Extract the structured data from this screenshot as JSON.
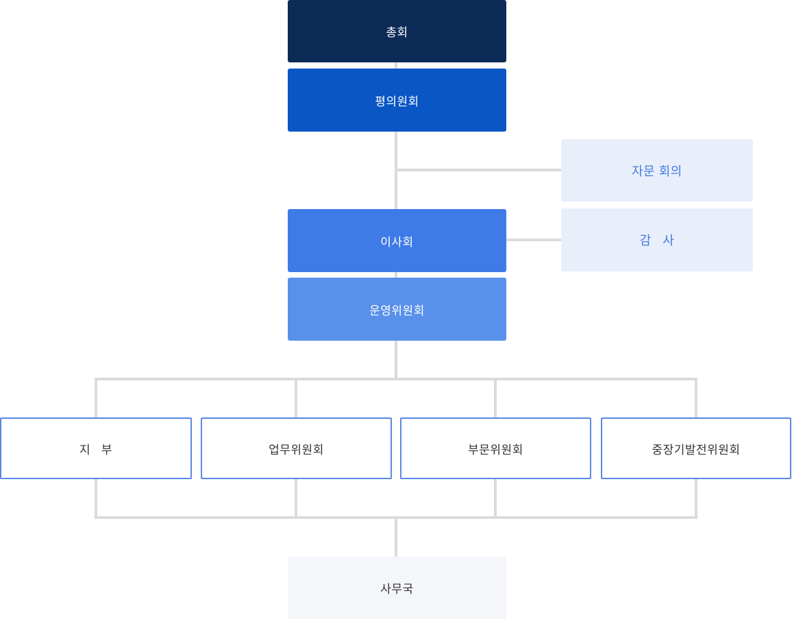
{
  "org_chart": {
    "type": "org-chart",
    "nodes": {
      "assembly": {
        "label": "총회"
      },
      "council": {
        "label": "평의원회"
      },
      "advisory": {
        "label": "자문 회의"
      },
      "board": {
        "label": "이사회"
      },
      "audit": {
        "label": "감   사"
      },
      "steering": {
        "label": "운영위원회"
      },
      "branch": {
        "label": "지   부"
      },
      "work": {
        "label": "업무위원회"
      },
      "division": {
        "label": "부문위원회"
      },
      "longterm": {
        "label": "중장기발전위원회"
      },
      "secretariat": {
        "label": "사무국"
      }
    },
    "edges": [
      {
        "from": "assembly",
        "to": "council"
      },
      {
        "from": "council",
        "to": "advisory"
      },
      {
        "from": "council",
        "to": "board"
      },
      {
        "from": "board",
        "to": "audit"
      },
      {
        "from": "board",
        "to": "steering"
      },
      {
        "from": "steering",
        "to": "branch"
      },
      {
        "from": "steering",
        "to": "work"
      },
      {
        "from": "steering",
        "to": "division"
      },
      {
        "from": "steering",
        "to": "longterm"
      },
      {
        "from": "steering",
        "to": "secretariat"
      }
    ],
    "colors": {
      "assembly_bg": "#0d2b57",
      "council_bg": "#0956c4",
      "board_bg": "#3e7be6",
      "steering_bg": "#5890ea",
      "light_bg": "#e8effb",
      "light_text": "#4678de",
      "outline_border": "#5789e2",
      "outline_text": "#333333",
      "secretariat_bg": "#f4f6fa",
      "connector": "#dbdbdb"
    }
  }
}
